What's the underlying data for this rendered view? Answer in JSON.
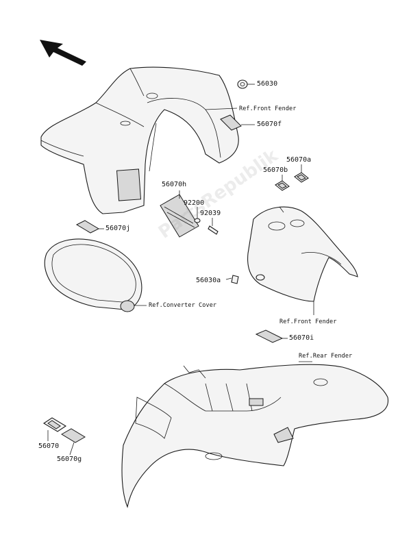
{
  "watermark": "PartsRepublik",
  "labels": {
    "p56030": "56030",
    "ref_front_fender_top": "Ref.Front Fender",
    "p56070f": "56070f",
    "p56070a": "56070a",
    "p56070b": "56070b",
    "p56070h": "56070h",
    "p92200": "92200",
    "p92039": "92039",
    "p56070j": "56070j",
    "p56030a": "56030a",
    "ref_converter_cover": "Ref.Converter Cover",
    "ref_front_fender_mid": "Ref.Front Fender",
    "p56070i": "56070i",
    "ref_rear_fender": "Ref.Rear Fender",
    "p56070": "56070",
    "p56070g": "56070g"
  },
  "colors": {
    "line": "#1a1a1a",
    "fill": "#f4f4f4",
    "decal": "#d8d8d8"
  },
  "icons": {
    "direction": "front-direction-arrow-icon"
  }
}
